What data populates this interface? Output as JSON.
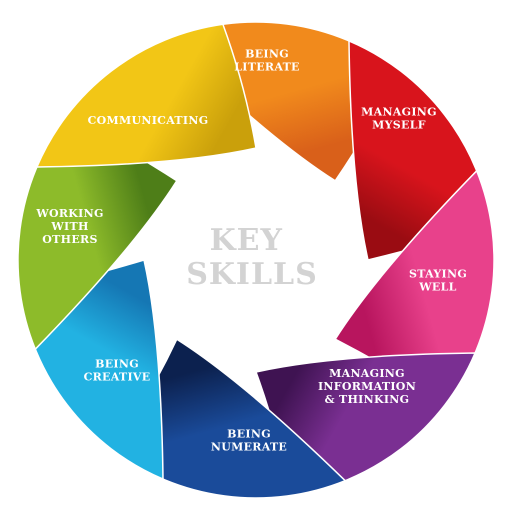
{
  "center": {
    "lines": [
      "KEY",
      "SKILLS"
    ]
  },
  "segments": [
    {
      "id": "literate",
      "lines": [
        "BEING",
        "LITERATE"
      ],
      "color": "#f18a1c",
      "dark": "#d9601a"
    },
    {
      "id": "myself",
      "lines": [
        "MANAGING",
        "MYSELF"
      ],
      "color": "#d8141c",
      "dark": "#9a0c12"
    },
    {
      "id": "staying-well",
      "lines": [
        "STAYING",
        "WELL"
      ],
      "color": "#e8418b",
      "dark": "#b8155e"
    },
    {
      "id": "information",
      "lines": [
        "MANAGING",
        "INFORMATION",
        "& THINKING"
      ],
      "color": "#7a2f92",
      "dark": "#3f1352"
    },
    {
      "id": "numerate",
      "lines": [
        "BEING",
        "NUMERATE"
      ],
      "color": "#1a4b9a",
      "dark": "#0c214f"
    },
    {
      "id": "creative",
      "lines": [
        "BEING",
        "CREATIVE"
      ],
      "color": "#22b2e2",
      "dark": "#1577b4"
    },
    {
      "id": "others",
      "lines": [
        "WORKING",
        "WITH",
        "OTHERS"
      ],
      "color": "#8dbb2a",
      "dark": "#4e7e18"
    },
    {
      "id": "communicating",
      "lines": [
        "COMMUNICATING"
      ],
      "color": "#f2c616",
      "dark": "#caa00b"
    }
  ]
}
